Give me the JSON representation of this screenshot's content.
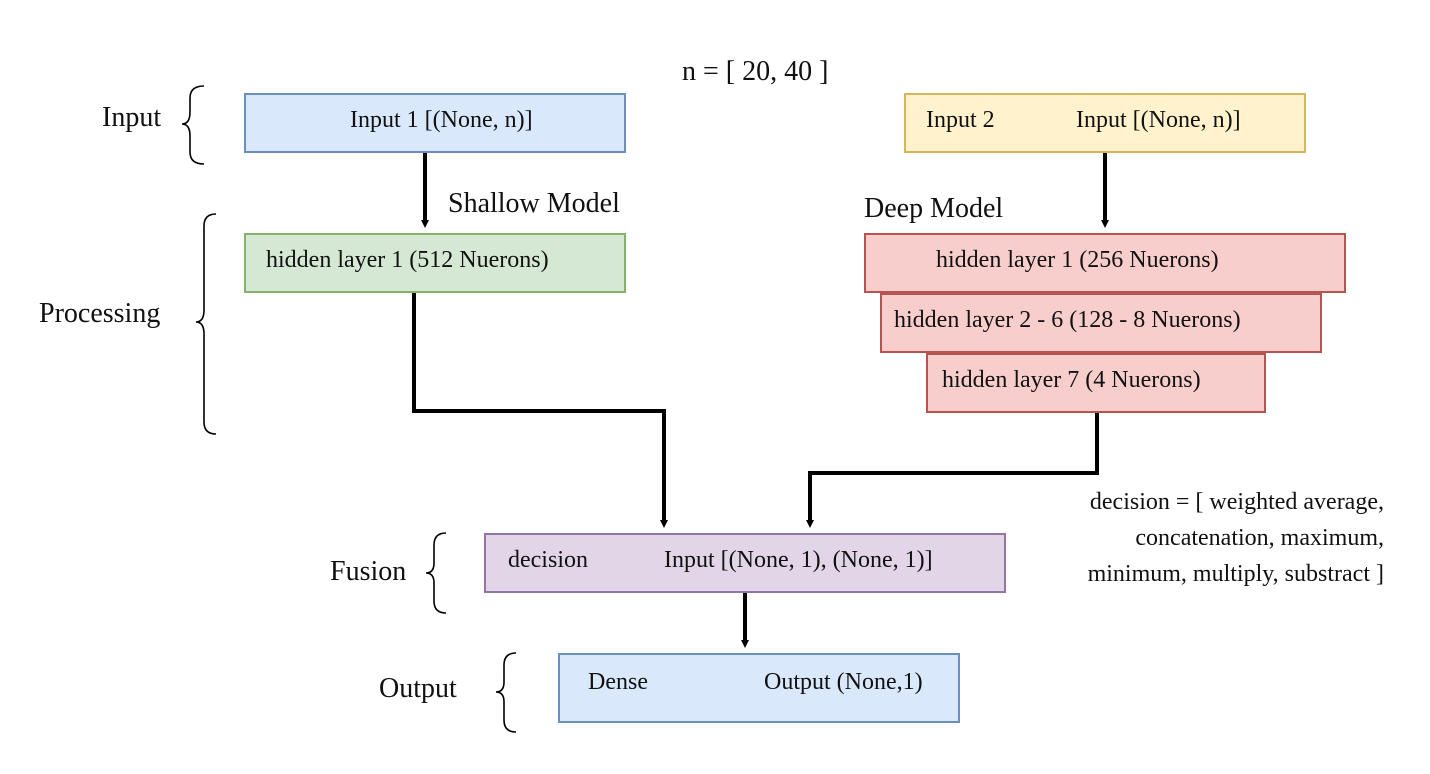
{
  "top_note": "n = [ 20, 40 ]",
  "stages": {
    "input": "Input",
    "processing": "Processing",
    "fusion": "Fusion",
    "output": "Output"
  },
  "models": {
    "shallow_title": "Shallow Model",
    "deep_title": "Deep Model"
  },
  "boxes": {
    "input1": "Input 1 [(None, n)]",
    "input2_left": "Input 2",
    "input2_right": "Input [(None, n)]",
    "shallow_hidden1": "hidden layer 1  (512 Nuerons)",
    "deep_hidden1": "hidden layer 1  (256 Nuerons)",
    "deep_hidden2_6": "hidden layer 2 - 6  (128 - 8 Nuerons)",
    "deep_hidden7": "hidden layer 7  (4 Nuerons)",
    "fusion_left": "decision",
    "fusion_right": "Input [(None, 1), (None, 1)]",
    "output_left": "Dense",
    "output_right": "Output (None,1)"
  },
  "decision_note": {
    "line1": "decision =  [ weighted average,",
    "line2": "concatenation, maximum,",
    "line3": "minimum, multiply, substract ]"
  },
  "colors": {
    "blue_fill": "#dae8fc",
    "blue_stroke": "#6c8ebf",
    "yellow_fill": "#fff2cc",
    "yellow_stroke": "#d6b656",
    "green_fill": "#d5e8d4",
    "green_stroke": "#82b366",
    "red_fill": "#f8cecc",
    "red_stroke": "#b85450",
    "purple_fill": "#e1d5e7",
    "purple_stroke": "#9673a6"
  }
}
